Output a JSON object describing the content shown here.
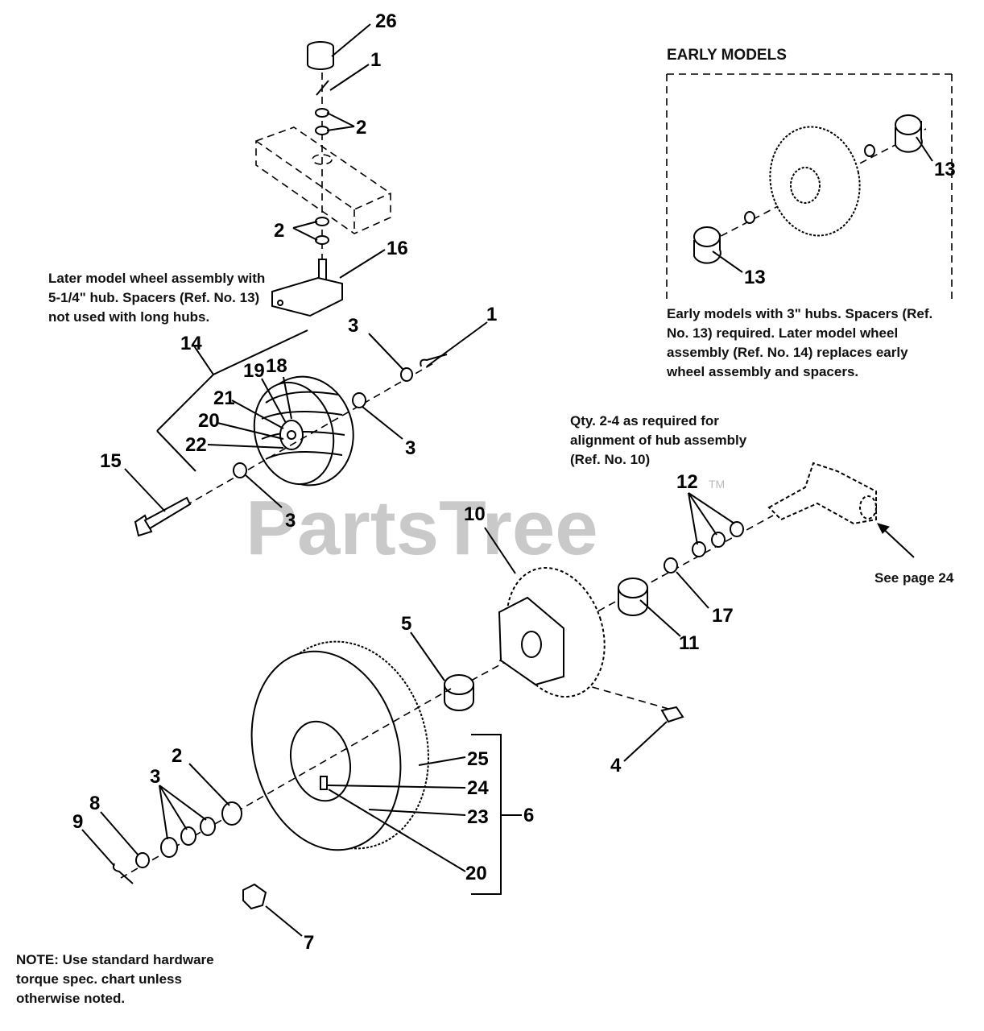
{
  "watermark": "PartsTree",
  "trademark": "TM",
  "inset": {
    "heading": "EARLY MODELS",
    "caption": "Early models with 3\" hubs. Spacers (Ref. No. 13) required. Later model wheel assembly (Ref. No. 14) replaces early wheel assembly and spacers."
  },
  "notes": {
    "later_model": "Later model wheel assembly with 5-1/4\" hub. Spacers (Ref. No. 13) not used with long hubs.",
    "qty": "Qty. 2-4 as required for alignment of hub assembly (Ref. No. 10)",
    "see_page": "See page 24",
    "torque": "NOTE: Use standard hardware torque spec. chart unless otherwise noted."
  },
  "callouts": [
    "26",
    "1",
    "2",
    "2",
    "16",
    "14",
    "18",
    "19",
    "21",
    "20",
    "22",
    "15",
    "3",
    "3",
    "3",
    "1",
    "13",
    "13",
    "10",
    "12",
    "17",
    "11",
    "5",
    "4",
    "25",
    "24",
    "23",
    "6",
    "20",
    "2",
    "3",
    "8",
    "9",
    "7"
  ]
}
